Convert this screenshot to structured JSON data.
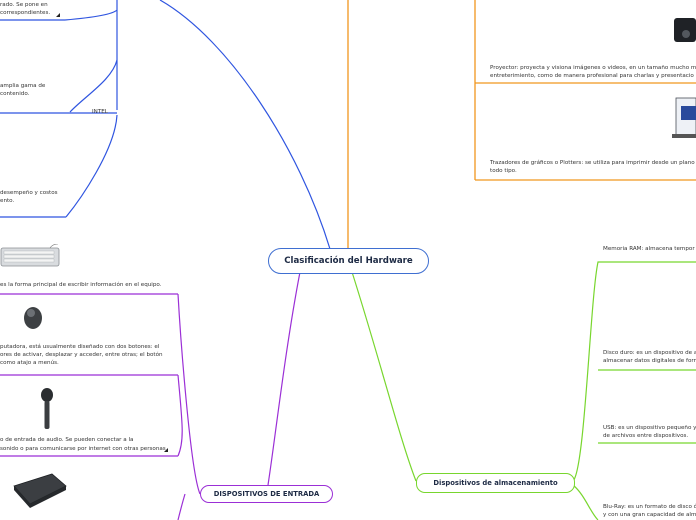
{
  "root": {
    "label": "Clasificación del Hardware"
  },
  "branches": {
    "entrada": {
      "label": "DISPOSITIVOS DE ENTRADA"
    },
    "almacenamiento": {
      "label": "Dispositivos de almacenamiento"
    }
  },
  "intel": {
    "label": "INTEL",
    "snippets": [
      "rado. Se pone en",
      "correspondientes.",
      "amplia gama de",
      "contenido.",
      "desempeño y costos",
      "ento."
    ]
  },
  "entrada_items": [
    "es la forma principal de escribir información en el equipo.",
    "putadora, está usualmente diseñado con dos botones: el",
    "ores de activar, desplazar y acceder, entre otras; el botón",
    "como atajo a menús.",
    "o de entrada de audio. Se pueden conectar a la",
    "sonido o para comunicarse por internet con otras personas"
  ],
  "salida_items": [
    "Proyector: proyecta y visiona imágenes o videos, en un tamaño mucho ma",
    "entreterimiento, como de manera profesional para charlas y presentacio",
    "Trazadores de gráficos o Plotters: se utiliza para imprimir desde un plano l",
    "todo tipo."
  ],
  "almacenamiento_items": [
    "Memoria RAM: almacena tempor",
    "Disco duro: es un dispositivo de a",
    "almacenar datos digitales de form",
    "USB:  es un dispositivo pequeño y",
    "de archivos entre dispositivos.",
    "Blu-Ray: es un formato de disco ó",
    "y con una gran capacidad de alm"
  ],
  "icons": {
    "keyboard": "keyboard-icon",
    "mouse": "mouse-icon",
    "microphone": "microphone-icon",
    "scanner": "scanner-icon",
    "projector": "projector-icon",
    "plotter": "plotter-icon",
    "note": "note-icon"
  },
  "colors": {
    "root_border": "#3f6fd1",
    "blue_branch": "#2f55e0",
    "purple_branch": "#9b2fd6",
    "orange_branch": "#f0961e",
    "green_branch": "#78d62e"
  }
}
